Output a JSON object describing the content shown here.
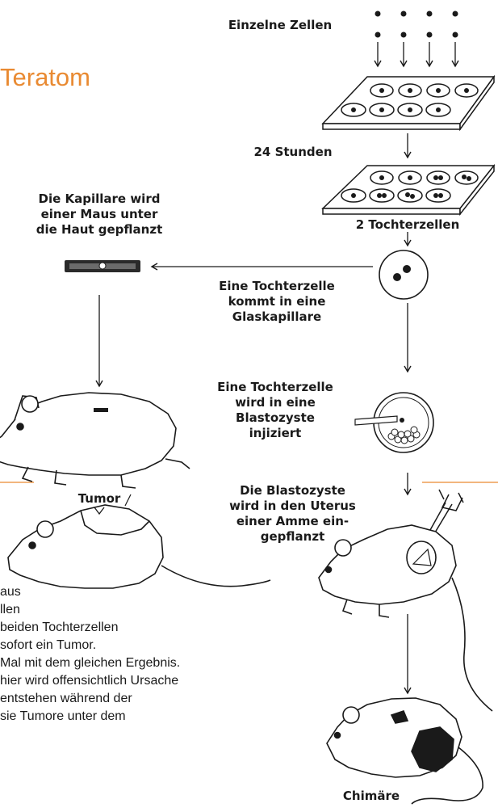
{
  "title": "Teratom",
  "labels": {
    "single_cells": "Einzelne Zellen",
    "hours_24": "24 Stunden",
    "two_daughter_cells": "2 Tochterzellen",
    "capillary": [
      "Die Kapillare wird",
      "einer Maus unter",
      "die Haut gepflanzt"
    ],
    "capillary_step": [
      "Eine Tochterzelle",
      "kommt in eine",
      "Glaskapillare"
    ],
    "blastocyst_step": [
      "Eine Tochterzelle",
      "wird in eine",
      "Blastozyste",
      "injiziert"
    ],
    "uterus_step": [
      "Die Blastozyste",
      "wird in den Uterus",
      "einer Amme ein-",
      "gepflanzt"
    ],
    "tumor": "Tumor",
    "chimera": "Chimäre"
  },
  "paragraph": [
    "aus",
    "llen",
    "beiden Tochterzellen",
    "sofort ein Tumor.",
    "Mal mit dem gleichen Ergebnis.",
    "hier wird offensichtlich Ursache",
    "entstehen während der",
    "sie Tumore unter dem"
  ],
  "colors": {
    "accent": "#e98a32",
    "ink": "#1a1a1a"
  }
}
